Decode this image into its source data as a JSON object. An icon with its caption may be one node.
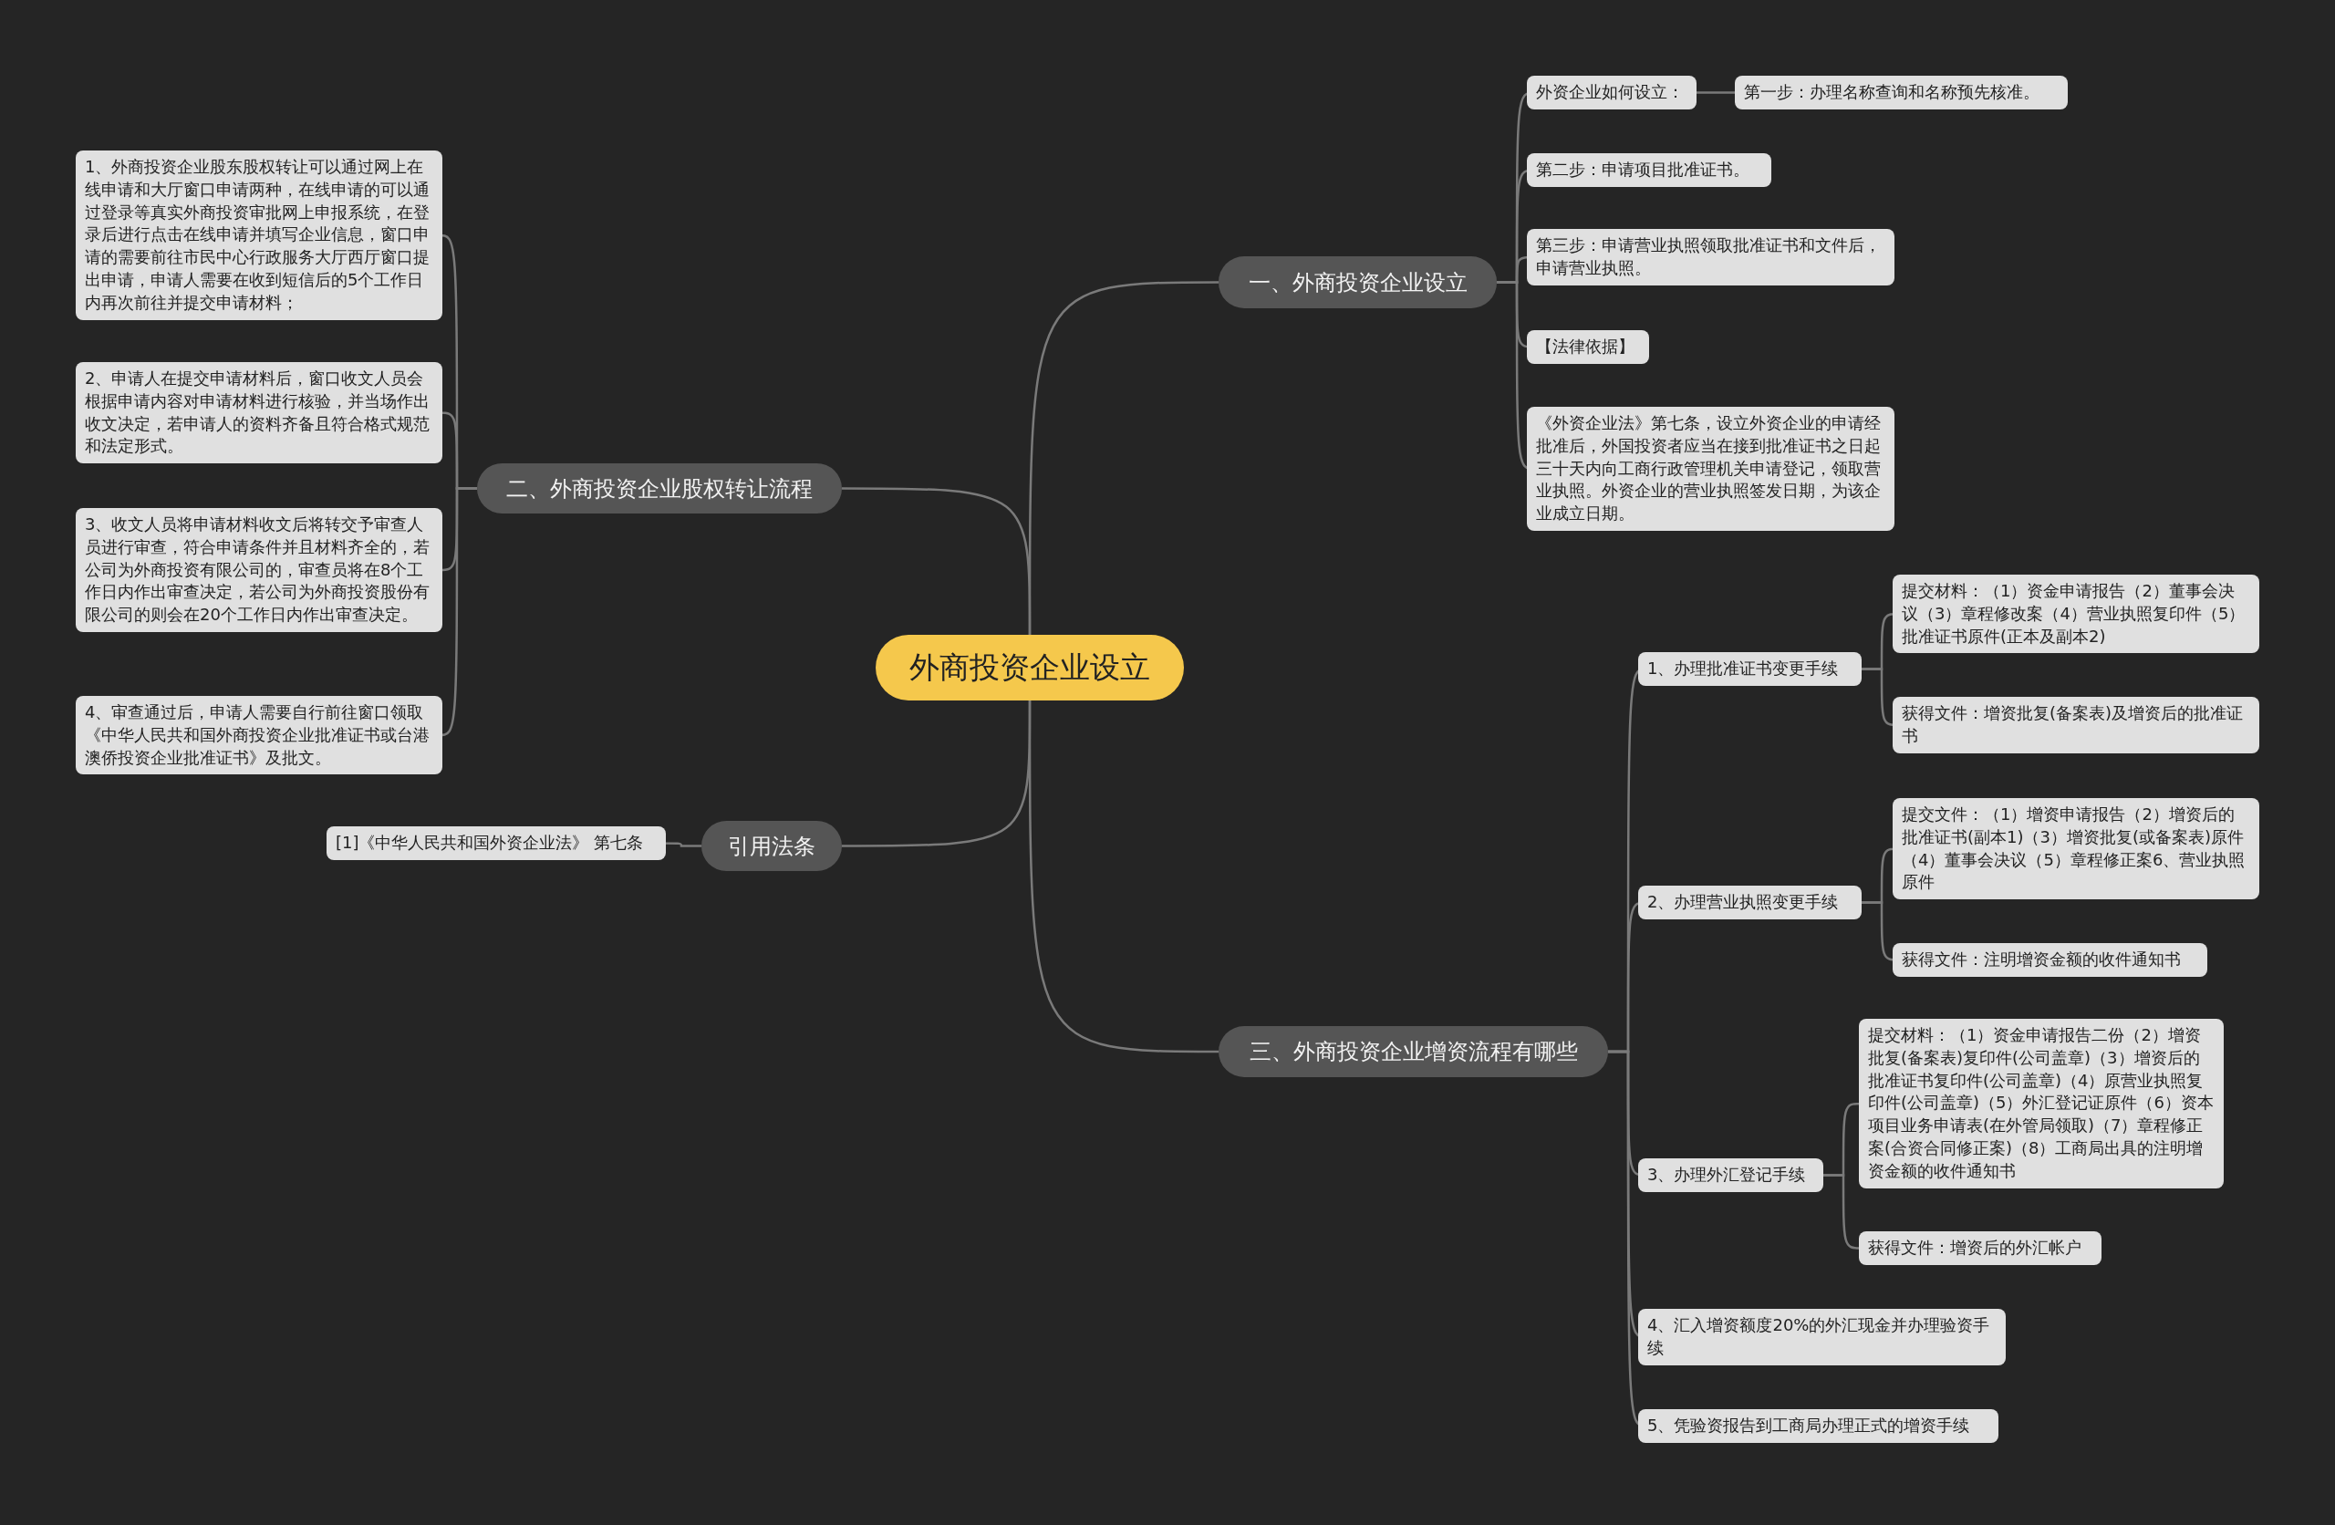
{
  "diagram": {
    "nodes": [
      {
        "text": [
          "外商投资企业设立"
        ]
      },
      {
        "text": [
          "一、外商投资企业设立"
        ]
      },
      {
        "text": [
          "外资企业如何设立："
        ]
      },
      {
        "text": [
          "第一步：办理名称查询和名称预先核准。"
        ]
      },
      {
        "text": [
          "第二步：申请项目批准证书。"
        ]
      },
      {
        "text": [
          "第三步：申请营业执照领取批准证书和文件后，申请营业执照。"
        ]
      },
      {
        "text": [
          "【法律依据】"
        ]
      },
      {
        "text": [
          "《外资企业法》第七条，设立外资企业的申请经批准后，外国投资者应当在接到批准证书之日起三十天内向工商行政管理机关申请登记，领取营业执照。外资企业的营业执照签发日期，为该企业成立日期。"
        ]
      },
      {
        "text": [
          "二、外商投资企业股权转让流程"
        ]
      },
      {
        "text": [
          "1、外商投资企业股东股权转让可以通过网上在线申请和大厅窗口申请两种，在线申请的可以通过登录等真实外商投资审批网上申报系统，在登录后进行点击在线申请并填写企业信息，窗口申请的需要前往市民中心行政服务大厅西厅窗口提出申请，申请人需要在收到短信后的5个工作日内再次前往并提交申请材料；"
        ]
      },
      {
        "text": [
          "2、申请人在提交申请材料后，窗口收文人员会根据申请内容对申请材料进行核验，并当场作出收文决定，若申请人的资料齐备且符合格式规范和法定形式。"
        ]
      },
      {
        "text": [
          "3、收文人员将申请材料收文后将转交予审查人员进行审查，符合申请条件并且材料齐全的，若公司为外商投资有限公司的，审查员将在8个工作日内作出审查决定，若公司为外商投资股份有限公司的则会在20个工作日内作出审查决定。"
        ]
      },
      {
        "text": [
          "4、审查通过后，申请人需要自行前往窗口领取《中华人民共和国外商投资企业批准证书或台港澳侨投资企业批准证书》及批文。"
        ]
      },
      {
        "text": [
          "引用法条"
        ]
      },
      {
        "text": [
          "[1]《中华人民共和国外资企业法》 第七条"
        ]
      },
      {
        "text": [
          "三、外商投资企业增资流程有哪些"
        ]
      },
      {
        "text": [
          "1、办理批准证书变更手续"
        ]
      },
      {
        "text": [
          "提交材料：（1）资金申请报告（2）董事会决议（3）章程修改案（4）营业执照复印件（5）批准证书原件(正本及副本2)"
        ]
      },
      {
        "text": [
          "获得文件：增资批复(备案表)及增资后的批准证书"
        ]
      },
      {
        "text": [
          "2、办理营业执照变更手续"
        ]
      },
      {
        "text": [
          "提交文件：（1）增资申请报告（2）增资后的批准证书(副本1)（3）增资批复(或备案表)原件（4）董事会决议（5）章程修正案6、营业执照原件"
        ]
      },
      {
        "text": [
          "获得文件：注明增资金额的收件通知书"
        ]
      },
      {
        "text": [
          "3、办理外汇登记手续"
        ]
      },
      {
        "text": [
          "提交材料：（1）资金申请报告二份（2）增资批复(备案表)复印件(公司盖章)（3）增资后的批准证书复印件(公司盖章)（4）原营业执照复印件(公司盖章)（5）外汇登记证原件（6）资本项目业务申请表(在外管局领取)（7）章程修正案(合资合同修正案)（8）工商局出具的注明增资金额的收件通知书"
        ]
      },
      {
        "text": [
          "获得文件：增资后的外汇帐户"
        ]
      },
      {
        "text": [
          "4、汇入增资额度20%的外汇现金并办理验资手续"
        ]
      },
      {
        "text": [
          "5、凭验资报告到工商局办理正式的增资手续"
        ]
      }
    ],
    "edges": [
      {
        "from": 0,
        "to": 1,
        "arrow": "none"
      },
      {
        "from": 0,
        "to": 8,
        "arrow": "none"
      },
      {
        "from": 0,
        "to": 13,
        "arrow": "none"
      },
      {
        "from": 0,
        "to": 15,
        "arrow": "none"
      },
      {
        "from": 1,
        "to": 2,
        "arrow": "none"
      },
      {
        "from": 2,
        "to": 3,
        "arrow": "none"
      },
      {
        "from": 1,
        "to": 4,
        "arrow": "none"
      },
      {
        "from": 1,
        "to": 5,
        "arrow": "none"
      },
      {
        "from": 1,
        "to": 6,
        "arrow": "none"
      },
      {
        "from": 1,
        "to": 7,
        "arrow": "none"
      },
      {
        "from": 8,
        "to": 9,
        "arrow": "none"
      },
      {
        "from": 8,
        "to": 10,
        "arrow": "none"
      },
      {
        "from": 8,
        "to": 11,
        "arrow": "none"
      },
      {
        "from": 8,
        "to": 12,
        "arrow": "none"
      },
      {
        "from": 13,
        "to": 14,
        "arrow": "none"
      },
      {
        "from": 15,
        "to": 16,
        "arrow": "none"
      },
      {
        "from": 16,
        "to": 17,
        "arrow": "none"
      },
      {
        "from": 16,
        "to": 18,
        "arrow": "none"
      },
      {
        "from": 15,
        "to": 19,
        "arrow": "none"
      },
      {
        "from": 19,
        "to": 20,
        "arrow": "none"
      },
      {
        "from": 19,
        "to": 21,
        "arrow": "none"
      },
      {
        "from": 15,
        "to": 22,
        "arrow": "none"
      },
      {
        "from": 22,
        "to": 23,
        "arrow": "none"
      },
      {
        "from": 22,
        "to": 24,
        "arrow": "none"
      },
      {
        "from": 15,
        "to": 25,
        "arrow": "none"
      },
      {
        "from": 15,
        "to": 26,
        "arrow": "none"
      }
    ]
  }
}
